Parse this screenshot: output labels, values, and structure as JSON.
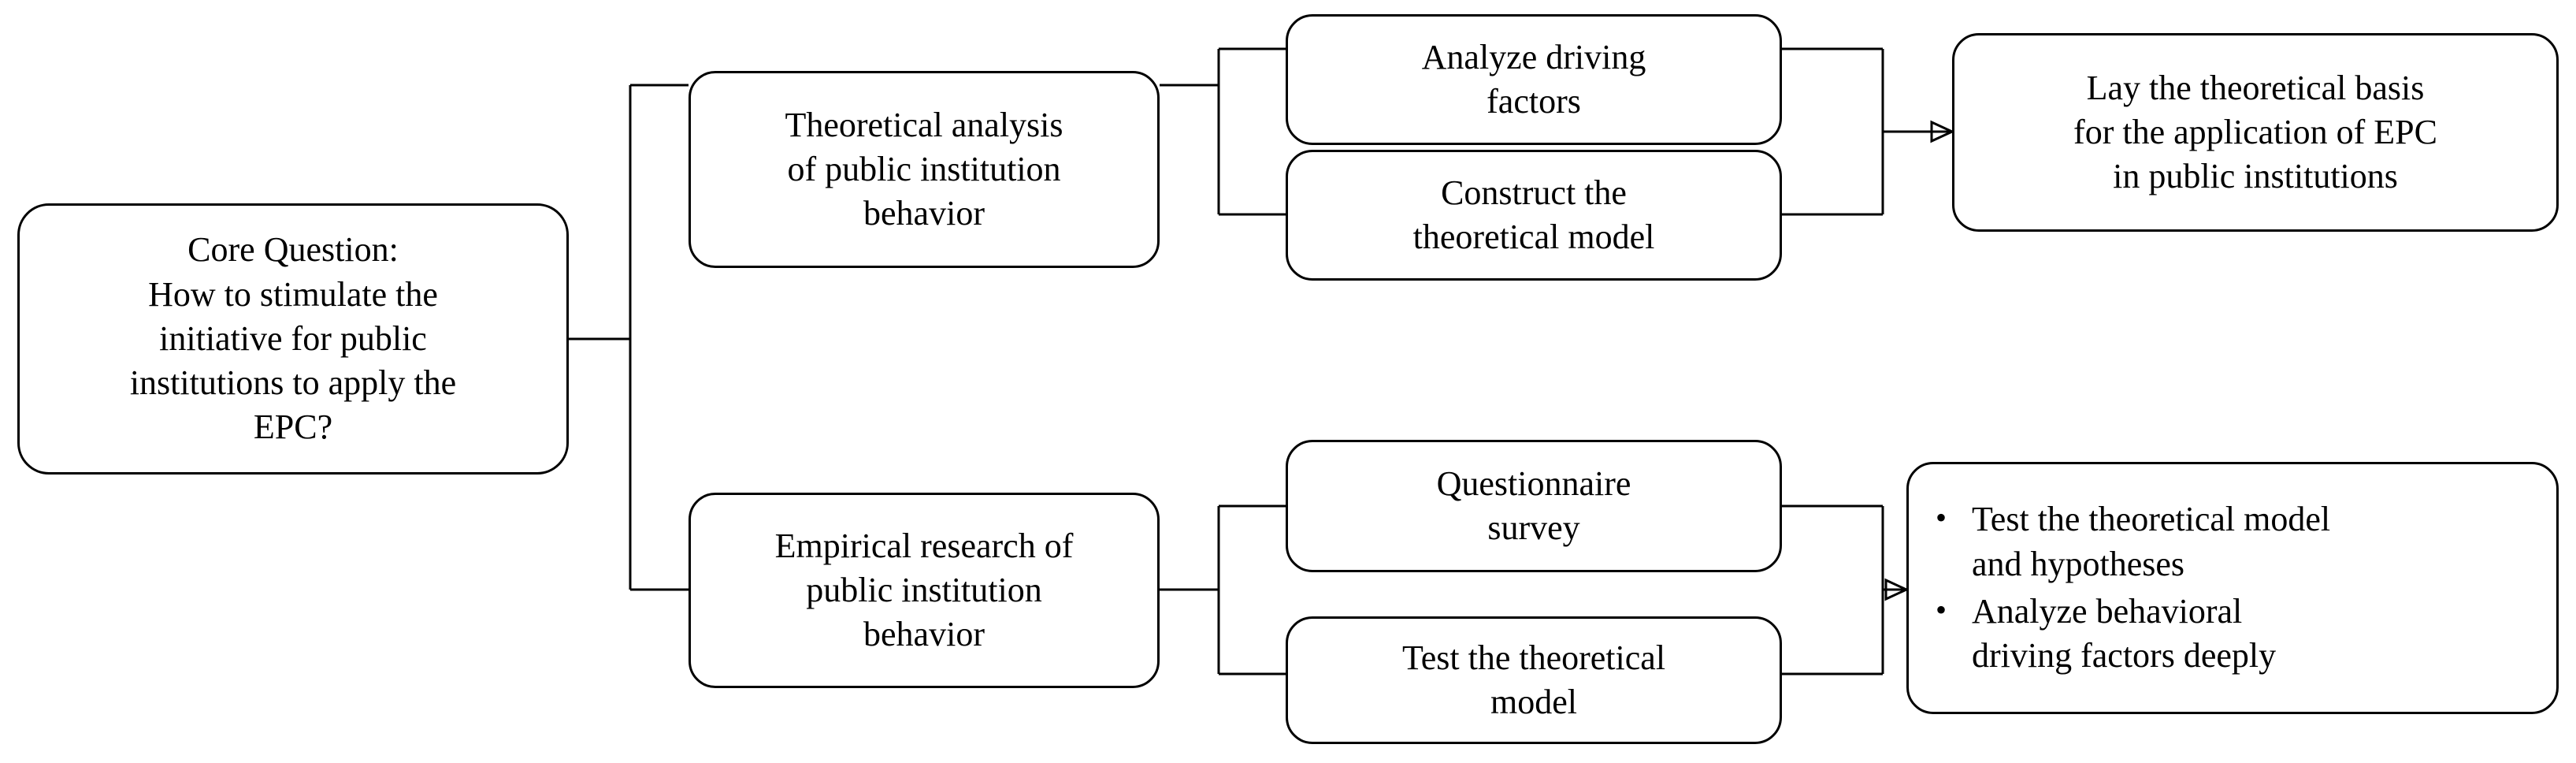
{
  "diagram": {
    "title": "Research framework flowchart",
    "background_color": "#ffffff",
    "line_color": "#000000",
    "nodes": {
      "core_question": {
        "lines": [
          "Core Question:",
          "How to stimulate the",
          "initiative for public",
          "institutions to apply the",
          "EPC?"
        ]
      },
      "theoretical_analysis": {
        "lines": [
          "Theoretical analysis",
          "of public institution",
          "behavior"
        ]
      },
      "empirical_research": {
        "lines": [
          "Empirical research of",
          "public institution",
          "behavior"
        ]
      },
      "analyze_driving_factors": {
        "lines": [
          "Analyze driving",
          "factors"
        ]
      },
      "construct_theoretical_model": {
        "lines": [
          "Construct the",
          "theoretical model"
        ]
      },
      "questionnaire_survey": {
        "lines": [
          "Questionnaire",
          "survey"
        ]
      },
      "test_theoretical_model": {
        "lines": [
          "Test the theoretical",
          "model"
        ]
      },
      "lay_theoretical_basis": {
        "lines": [
          "Lay the theoretical basis",
          "for the application of EPC",
          "in public institutions"
        ]
      },
      "empirical_outcomes": {
        "bullet_glyph": "•",
        "items": [
          {
            "lines": [
              "Test the theoretical model",
              "and hypotheses"
            ]
          },
          {
            "lines": [
              "Analyze behavioral",
              "driving factors deeply"
            ]
          }
        ]
      }
    }
  }
}
